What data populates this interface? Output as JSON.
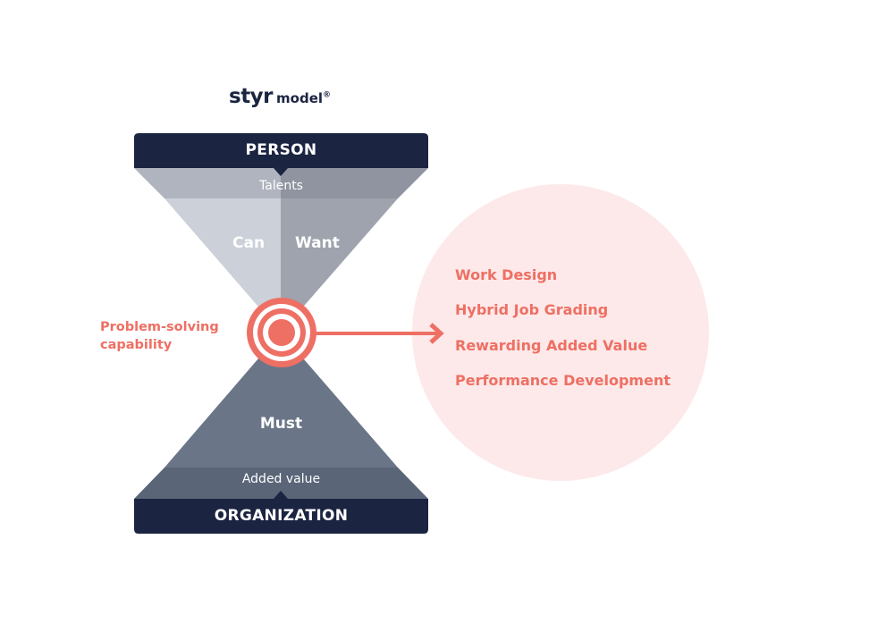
{
  "logo": {
    "brand": "styr",
    "suffix": "model",
    "registered": "®"
  },
  "person_box": {
    "label": "PERSON"
  },
  "top_band": {
    "label": "Talents"
  },
  "top_funnel": {
    "left_label": "Can",
    "right_label": "Want"
  },
  "problem_solving": {
    "line1": "Problem-solving",
    "line2": "capability"
  },
  "bottom_funnel": {
    "label": "Must"
  },
  "bottom_band": {
    "label": "Added value"
  },
  "organization_box": {
    "label": "ORGANIZATION"
  },
  "services": {
    "items": [
      {
        "label": "Work Design"
      },
      {
        "label": "Hybrid Job Grading"
      },
      {
        "label": "Rewarding Added Value"
      },
      {
        "label": "Performance Development"
      }
    ]
  },
  "colors": {
    "navy": "#1b2440",
    "accent_coral": "#ee6f63",
    "circle_pink": "#fde9e9",
    "band_light": "#b0b4bf",
    "band_dark": "#8f94a0",
    "can_fill": "#ccd0d8",
    "want_fill": "#9ea3ae",
    "must_fill": "#6a7688",
    "added_value_band": "#5a6578"
  }
}
